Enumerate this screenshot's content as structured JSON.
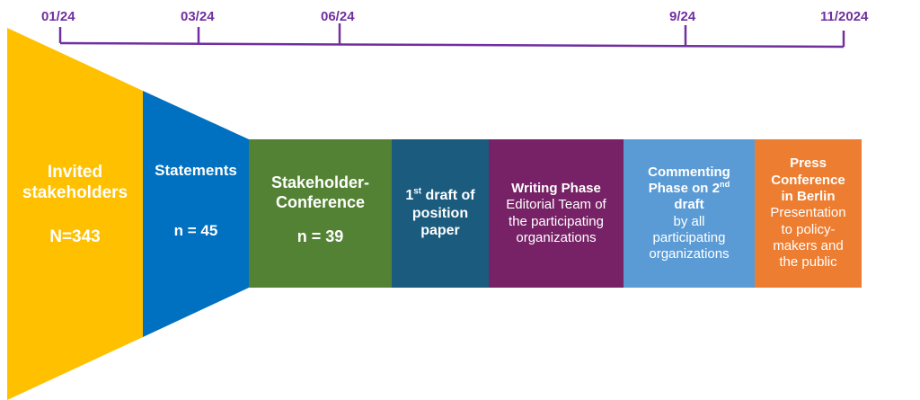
{
  "timeline": {
    "labels": [
      "01/24",
      "03/24",
      "06/24",
      "9/24",
      "11/2024"
    ],
    "color": "#7030a0"
  },
  "stages": {
    "invited": {
      "title_line1": "Invited",
      "title_line2": "stakeholders",
      "count": "N=343",
      "color": "#ffc000"
    },
    "statements": {
      "title": "Statements",
      "count": "n = 45",
      "color": "#0070c0"
    },
    "conference": {
      "title_line1": "Stakeholder-",
      "title_line2": "Conference",
      "count": "n = 39",
      "color": "#548235"
    },
    "draft": {
      "sup": "st",
      "line1_rest": " draft of",
      "line2": "position",
      "line3": "paper",
      "line1_num": "1",
      "color": "#1a5b7e"
    },
    "writing": {
      "title": "Writing Phase",
      "line1": "Editorial Team of",
      "line2": "the participating",
      "line3": "organizations",
      "color": "#772266"
    },
    "commenting": {
      "title_line1": "Commenting",
      "title_line2_a": "Phase on 2",
      "title_line2_sup": "nd",
      "title_line3": "draft",
      "line1": "by all",
      "line2": "participating",
      "line3": "organizations",
      "color": "#5b9bd5"
    },
    "press": {
      "title_line1": "Press",
      "title_line2": "Conference",
      "title_line3": "in Berlin",
      "line1": "Presentation",
      "line2": "to policy-",
      "line3": "makers and",
      "line4": "the public",
      "color": "#ed7d31"
    }
  }
}
